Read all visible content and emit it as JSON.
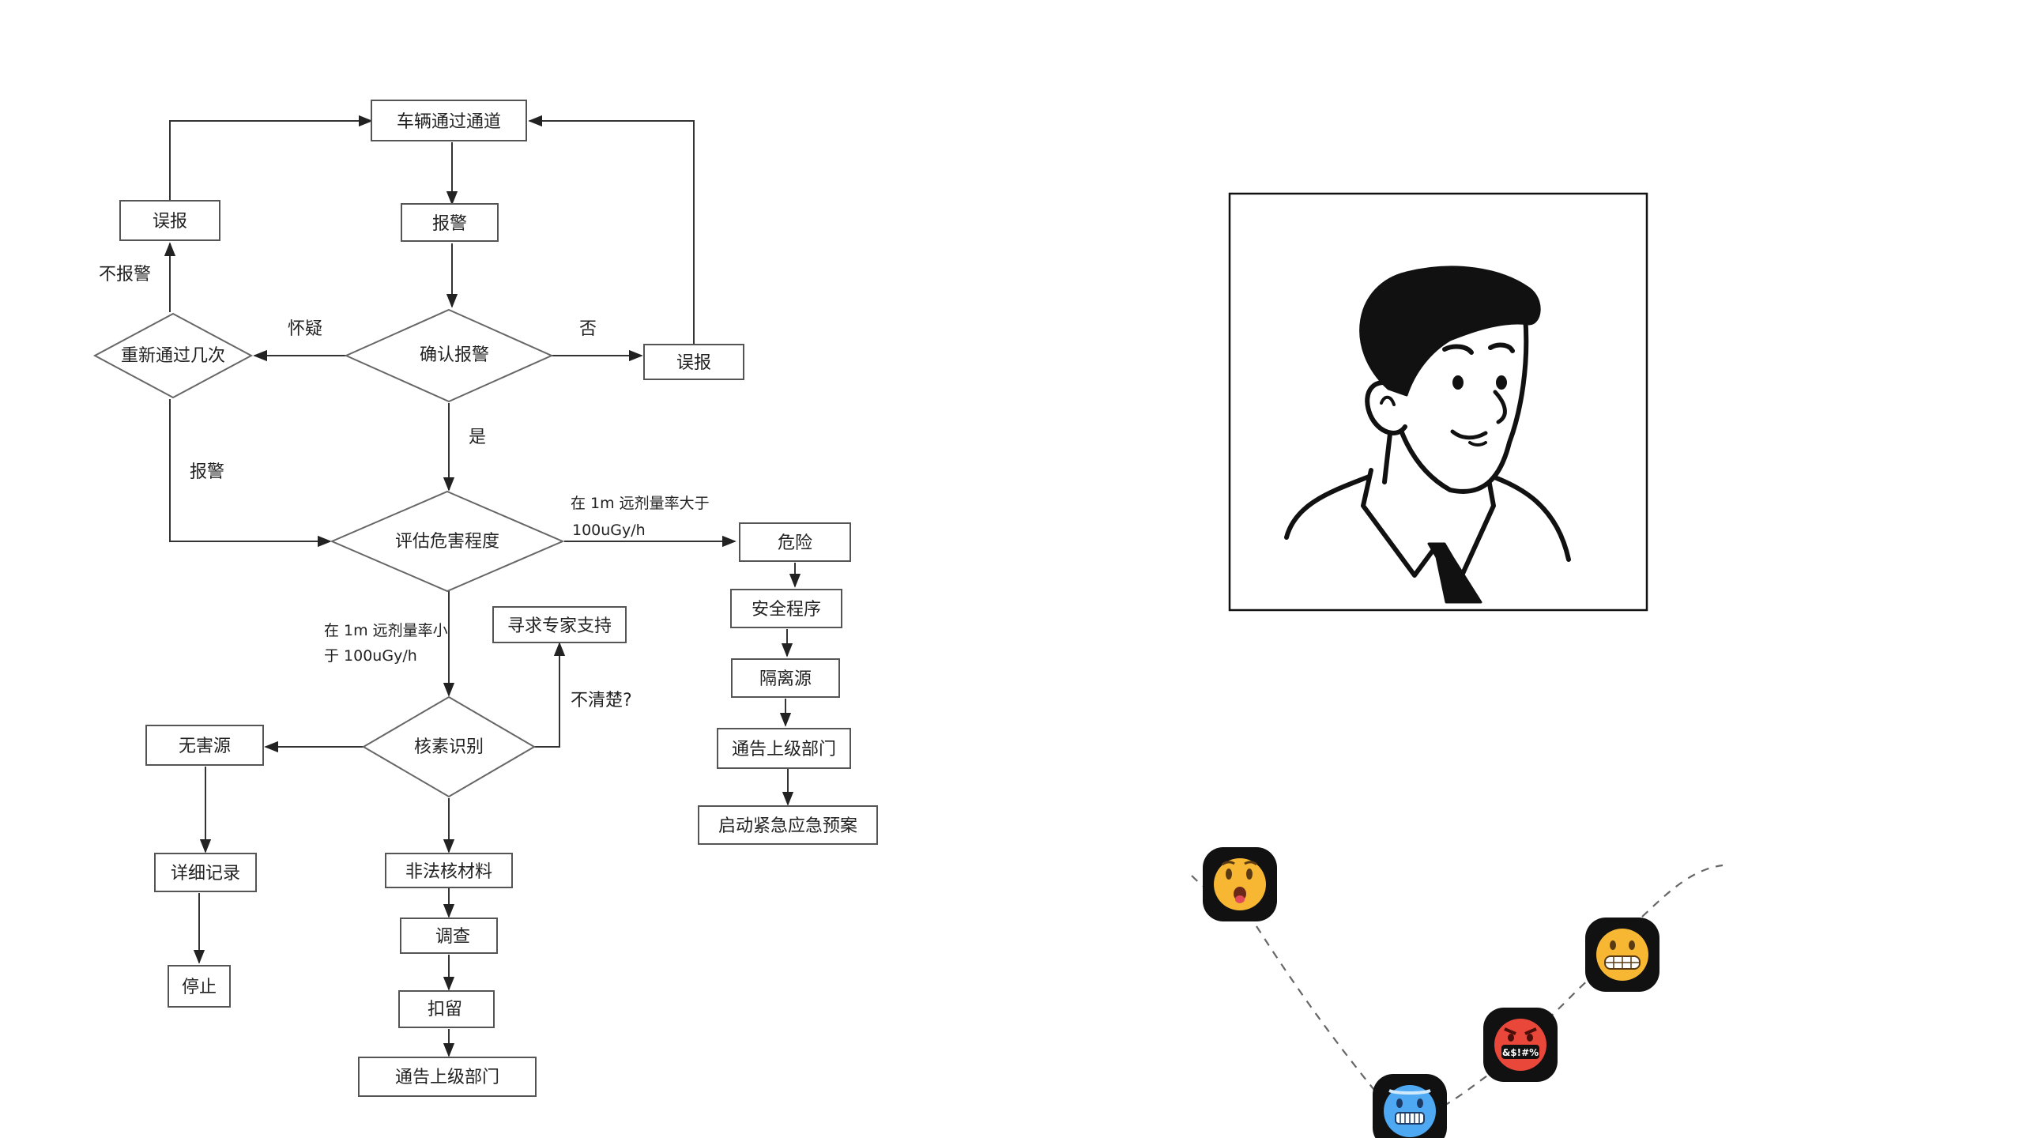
{
  "flowchart": {
    "nodes": {
      "pass": "车辆通过通道",
      "alarm": "报警",
      "false_left": "误报",
      "confirm": "确认报警",
      "false_right": "误报",
      "repass": "重新通过几次",
      "assess": "评估危害程度",
      "danger": "危险",
      "safety": "安全程序",
      "isolate": "隔离源",
      "notify_right": "通告上级部门",
      "emergency": "启动紧急应急预案",
      "expert": "寻求专家支持",
      "nuclide": "核素识别",
      "harmless": "无害源",
      "record": "详细记录",
      "stop": "停止",
      "illegal": "非法核材料",
      "investigate": "调查",
      "detain": "扣留",
      "notify_bottom": "通告上级部门"
    },
    "edge_labels": {
      "no_alarm": "不报警",
      "suspect": "怀疑",
      "no": "否",
      "yes": "是",
      "alarm_again": "报警",
      "high_rate_1": "在 1m 远剂量率大于",
      "high_rate_2": "100uGy/h",
      "low_rate_1": "在 1m 远剂量率小",
      "low_rate_2": "于 100uGy/h",
      "unclear": "不清楚?"
    }
  },
  "portrait": {
    "icon": "man-with-tie-portrait"
  },
  "emoji_path": {
    "items": [
      {
        "icon": "surprised-tongue-emoji",
        "color": "#f7b733"
      },
      {
        "icon": "cold-face-emoji",
        "color": "#4ea8f2"
      },
      {
        "icon": "cursing-face-emoji",
        "color": "#e8473a",
        "text": "&$!#%"
      },
      {
        "icon": "grimacing-face-emoji",
        "color": "#f7b733"
      }
    ]
  }
}
